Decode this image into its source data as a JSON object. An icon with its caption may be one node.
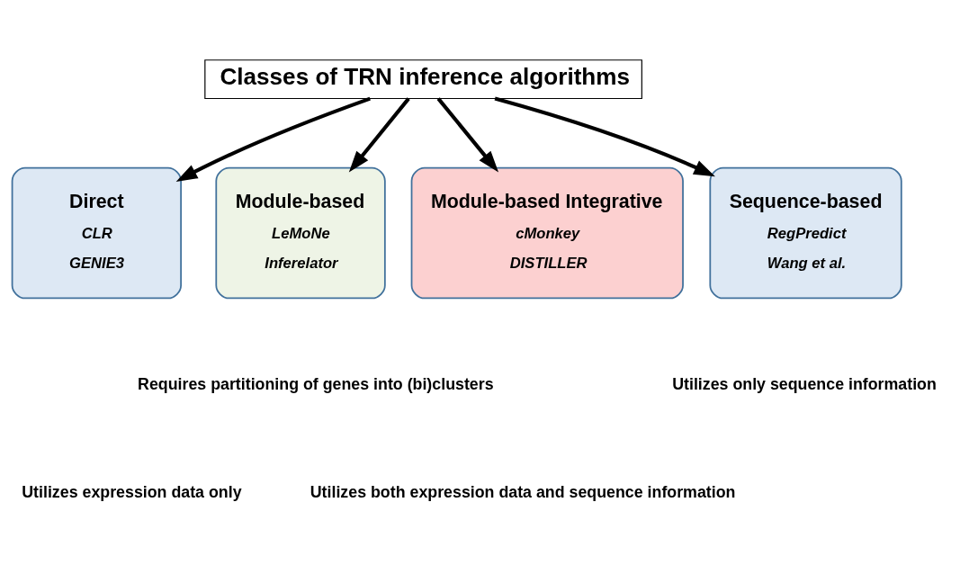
{
  "diagram": {
    "nodes": [
      {
        "text": [
          "Classes of TRN inference algorithms"
        ]
      },
      {
        "text": [
          "Direct",
          "CLR",
          "GENIE3"
        ]
      },
      {
        "text": [
          "Module-based",
          "LeMoNe",
          "Inferelator"
        ]
      },
      {
        "text": [
          "Module-based Integrative",
          "cMonkey",
          "DISTILLER"
        ]
      },
      {
        "text": [
          "Sequence-based",
          "RegPredict",
          "Wang et al."
        ]
      }
    ],
    "edges": [
      {
        "from": 0,
        "to": 1,
        "arrow": "to"
      },
      {
        "from": 0,
        "to": 2,
        "arrow": "to"
      },
      {
        "from": 0,
        "to": 3,
        "arrow": "to"
      },
      {
        "from": 0,
        "to": 4,
        "arrow": "to"
      }
    ],
    "labels": [
      "Requires partitioning of genes into (bi)clusters",
      "Utilizes only sequence information",
      "Utilizes expression data only",
      "Utilizes both expression data and sequence information"
    ]
  }
}
